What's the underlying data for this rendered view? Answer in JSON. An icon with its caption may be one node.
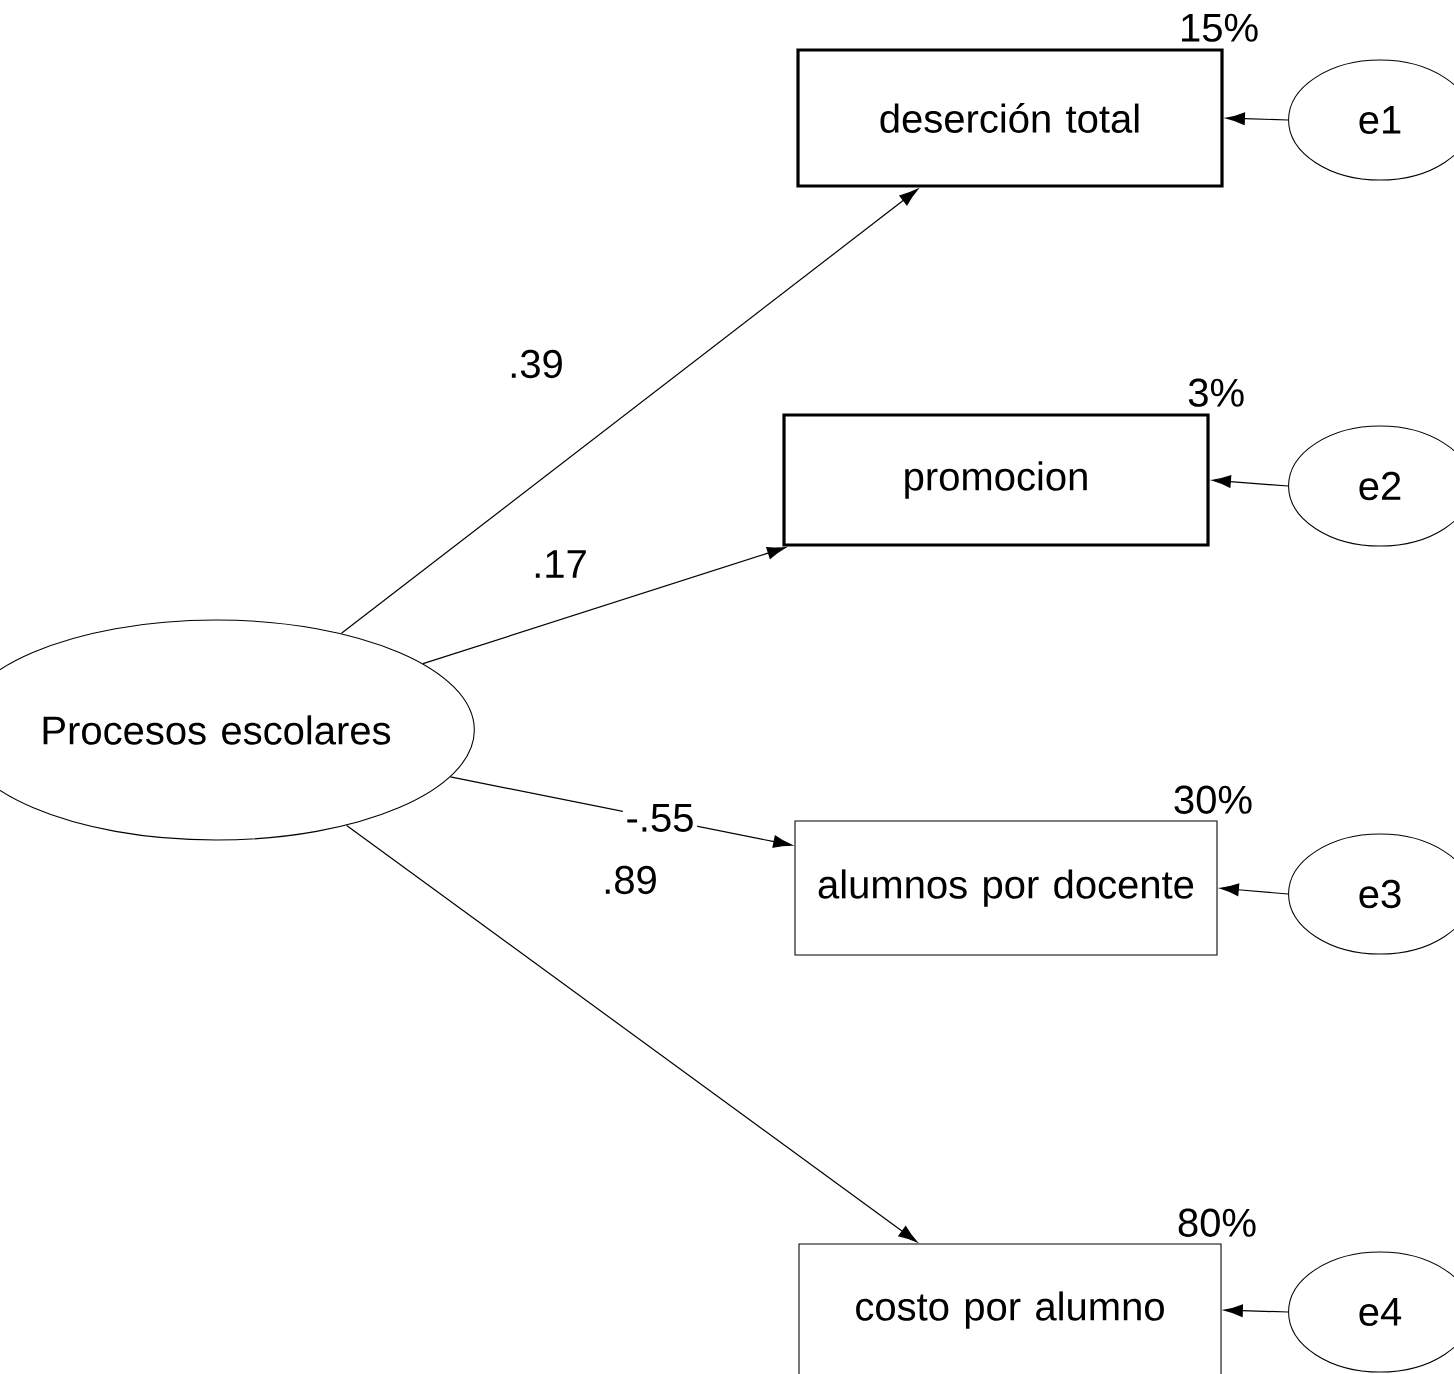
{
  "diagram": {
    "nodes": [
      {
        "text": [
          "Procesos escolares"
        ]
      },
      {
        "text": [
          "deserción total"
        ],
        "beside": [
          "15%"
        ]
      },
      {
        "text": [
          "promocion"
        ],
        "beside": [
          "3%"
        ]
      },
      {
        "text": [
          "alumnos por docente"
        ],
        "beside": [
          "30%"
        ]
      },
      {
        "text": [
          "costo por alumno"
        ],
        "beside": [
          "80%"
        ]
      },
      {
        "text": [
          "e1"
        ]
      },
      {
        "text": [
          "e2"
        ]
      },
      {
        "text": [
          "e3"
        ]
      },
      {
        "text": [
          "e4"
        ]
      }
    ],
    "edges": [
      {
        "from": 0,
        "to": 1,
        "arrow": "to",
        "label": ".39"
      },
      {
        "from": 0,
        "to": 2,
        "arrow": "to",
        "label": ".17"
      },
      {
        "from": 0,
        "to": 3,
        "arrow": "to",
        "label": "-.55"
      },
      {
        "from": 0,
        "to": 4,
        "arrow": "to",
        "label": ".89"
      },
      {
        "from": 5,
        "to": 1,
        "arrow": "to"
      },
      {
        "from": 6,
        "to": 2,
        "arrow": "to"
      },
      {
        "from": 7,
        "to": 3,
        "arrow": "to"
      },
      {
        "from": 8,
        "to": 4,
        "arrow": "to"
      }
    ]
  }
}
